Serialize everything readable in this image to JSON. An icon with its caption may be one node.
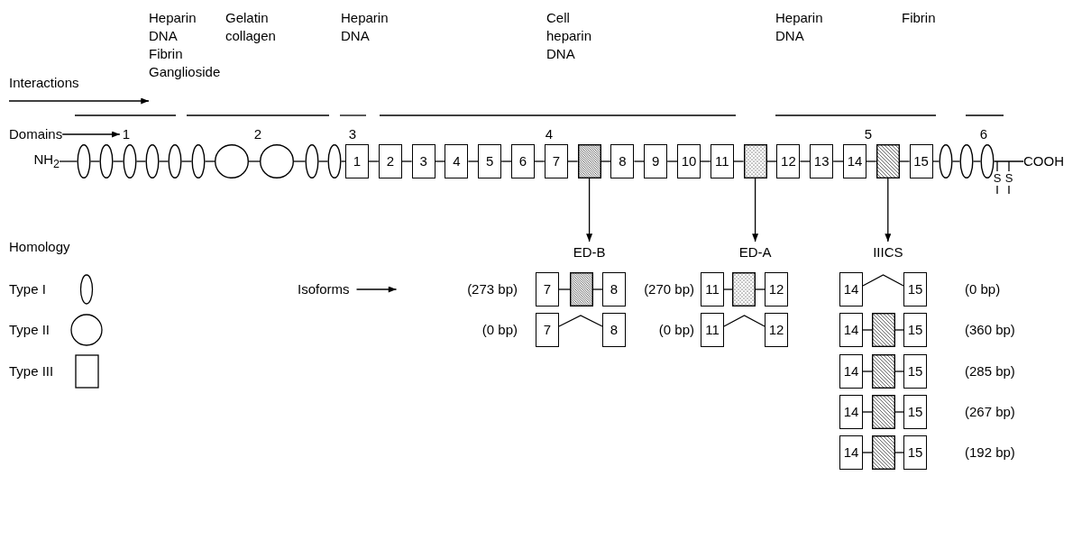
{
  "diagram": {
    "nodes": [
      {
        "text": [
          "Interactions"
        ]
      },
      {
        "text": [
          "Heparin",
          "DNA",
          "Fibrin",
          "Ganglioside"
        ]
      },
      {
        "text": [
          "Domains"
        ]
      },
      {
        "text": [
          "1"
        ]
      },
      {
        "text": [
          "NH$_{2}$"
        ]
      },
      {
        "text": [],
        "shape": "ellipse"
      },
      {
        "text": [],
        "shape": "ellipse"
      },
      {
        "text": [],
        "shape": "ellipse"
      },
      {
        "text": [],
        "shape": "ellipse"
      },
      {
        "text": [],
        "shape": "ellipse"
      },
      {
        "text": [],
        "shape": "ellipse"
      },
      {
        "text": [],
        "shape": "circle"
      },
      {
        "text": [],
        "shape": "circle"
      },
      {
        "text": [],
        "shape": "ellipse"
      },
      {
        "text": [],
        "shape": "ellipse"
      },
      {
        "text": [
          "1"
        ]
      },
      {
        "text": [
          "2"
        ]
      },
      {
        "text": [
          "3"
        ]
      },
      {
        "text": [
          "4"
        ]
      },
      {
        "text": [
          "5"
        ]
      },
      {
        "text": [
          "6"
        ]
      },
      {
        "text": [
          "7"
        ]
      },
      {
        "text": [],
        "shape": "box"
      },
      {
        "text": [
          "8"
        ]
      },
      {
        "text": [
          "9"
        ]
      },
      {
        "text": [
          "10"
        ]
      },
      {
        "text": [
          "11"
        ]
      },
      {
        "text": [],
        "shape": "box"
      },
      {
        "text": [
          "12"
        ]
      },
      {
        "text": [
          "13"
        ]
      },
      {
        "text": [
          "14"
        ]
      },
      {
        "text": [],
        "shape": "box"
      },
      {
        "text": [
          "15"
        ]
      },
      {
        "text": [],
        "shape": "ellipse"
      },
      {
        "text": [],
        "shape": "ellipse"
      },
      {
        "text": [],
        "shape": "ellipse"
      },
      {
        "text": [
          "COOH"
        ]
      },
      {
        "text": [
          "ED-B"
        ]
      },
      {
        "text": [
          "ED-A"
        ]
      },
      {
        "text": [
          "IIICS"
        ]
      },
      {
        "text": [
          "Isoforms"
        ]
      },
      {
        "text": [
          "7"
        ]
      },
      {
        "text": [],
        "shape": "box"
      },
      {
        "text": [
          "8"
        ]
      },
      {
        "text": [
          "11"
        ]
      },
      {
        "text": [],
        "shape": "box"
      },
      {
        "text": [
          "12"
        ]
      },
      {
        "text": [
          "14"
        ]
      },
      {
        "text": [
          "15"
        ]
      },
      {
        "text": [
          "7"
        ]
      },
      {
        "text": [
          "8"
        ]
      },
      {
        "text": [
          "11"
        ]
      },
      {
        "text": [
          "12"
        ]
      },
      {
        "text": [
          "14"
        ]
      },
      {
        "text": [],
        "shape": "box"
      },
      {
        "text": [
          "15"
        ]
      },
      {
        "text": [
          "14"
        ]
      },
      {
        "text": [],
        "shape": "box"
      },
      {
        "text": [
          "15"
        ]
      },
      {
        "text": [
          "14"
        ]
      },
      {
        "text": [],
        "shape": "box"
      },
      {
        "text": [
          "15"
        ]
      },
      {
        "text": [
          "14"
        ]
      },
      {
        "text": [],
        "shape": "box"
      },
      {
        "text": [
          "15"
        ]
      }
    ],
    "edges": [
      {
        "from": 0,
        "to": 1,
        "arrow": "to"
      },
      {
        "from": 2,
        "to": 3,
        "arrow": "to"
      },
      {
        "from": 4,
        "to": 5,
        "arrow": "none"
      },
      {
        "from": 5,
        "to": 6,
        "arrow": "none"
      },
      {
        "from": 6,
        "to": 7,
        "arrow": "none"
      },
      {
        "from": 7,
        "to": 8,
        "arrow": "none"
      },
      {
        "from": 8,
        "to": 9,
        "arrow": "none"
      },
      {
        "from": 9,
        "to": 10,
        "arrow": "none"
      },
      {
        "from": 10,
        "to": 11,
        "arrow": "none"
      },
      {
        "from": 11,
        "to": 12,
        "arrow": "none"
      },
      {
        "from": 12,
        "to": 13,
        "arrow": "none"
      },
      {
        "from": 13,
        "to": 14,
        "arrow": "none"
      },
      {
        "from": 14,
        "to": 15,
        "arrow": "none"
      },
      {
        "from": 15,
        "to": 16,
        "arrow": "none"
      },
      {
        "from": 16,
        "to": 17,
        "arrow": "none"
      },
      {
        "from": 17,
        "to": 18,
        "arrow": "none"
      },
      {
        "from": 18,
        "to": 19,
        "arrow": "none"
      },
      {
        "from": 19,
        "to": 20,
        "arrow": "none"
      },
      {
        "from": 20,
        "to": 21,
        "arrow": "none"
      },
      {
        "from": 21,
        "to": 22,
        "arrow": "none"
      },
      {
        "from": 22,
        "to": 23,
        "arrow": "none"
      },
      {
        "from": 23,
        "to": 24,
        "arrow": "none"
      },
      {
        "from": 24,
        "to": 25,
        "arrow": "none"
      },
      {
        "from": 25,
        "to": 26,
        "arrow": "none"
      },
      {
        "from": 26,
        "to": 27,
        "arrow": "none"
      },
      {
        "from": 27,
        "to": 28,
        "arrow": "none"
      },
      {
        "from": 28,
        "to": 29,
        "arrow": "none"
      },
      {
        "from": 29,
        "to": 30,
        "arrow": "none"
      },
      {
        "from": 30,
        "to": 31,
        "arrow": "none"
      },
      {
        "from": 31,
        "to": 32,
        "arrow": "none"
      },
      {
        "from": 32,
        "to": 33,
        "arrow": "none"
      },
      {
        "from": 33,
        "to": 34,
        "arrow": "none"
      },
      {
        "from": 34,
        "to": 35,
        "arrow": "none"
      },
      {
        "from": 35,
        "to": 36,
        "arrow": "none"
      },
      {
        "from": 22,
        "to": 37,
        "arrow": "to"
      },
      {
        "from": 27,
        "to": 38,
        "arrow": "to"
      },
      {
        "from": 31,
        "to": 39,
        "arrow": "to"
      },
      {
        "from": 40,
        "to": null,
        "arrow": "to"
      },
      {
        "from": 41,
        "to": 42,
        "arrow": "none"
      },
      {
        "from": 42,
        "to": 43,
        "arrow": "none"
      },
      {
        "from": 44,
        "to": 45,
        "arrow": "none"
      },
      {
        "from": 45,
        "to": 46,
        "arrow": "none"
      },
      {
        "from": 47,
        "to": 48,
        "arrow": "none"
      },
      {
        "from": 49,
        "to": 50,
        "arrow": "none"
      },
      {
        "from": 51,
        "to": 52,
        "arrow": "none"
      },
      {
        "from": 53,
        "to": 54,
        "arrow": "none"
      },
      {
        "from": 54,
        "to": 55,
        "arrow": "none"
      },
      {
        "from": 56,
        "to": 57,
        "arrow": "none"
      },
      {
        "from": 57,
        "to": 58,
        "arrow": "none"
      },
      {
        "from": 59,
        "to": 60,
        "arrow": "none"
      },
      {
        "from": 60,
        "to": 61,
        "arrow": "none"
      },
      {
        "from": 62,
        "to": 63,
        "arrow": "none"
      },
      {
        "from": 63,
        "to": 64,
        "arrow": "none"
      }
    ],
    "labels": [
      "Gelatin collagen",
      "Heparin DNA",
      "Cell heparin DNA",
      "Heparin DNA",
      "Fibrin",
      "2",
      "3",
      "4",
      "5",
      "6",
      "S",
      "S",
      "Homology",
      "(273 bp)",
      "(270 bp)",
      "(0 bp)",
      "(0 bp)",
      "(0 bp)",
      "(360 bp)",
      "(285 bp)",
      "(267 bp)",
      "(192 bp)"
    ],
    "legend": [
      {
        "text": "Type I"
      },
      {
        "text": "Type II"
      },
      {
        "text": "Type III"
      }
    ]
  }
}
